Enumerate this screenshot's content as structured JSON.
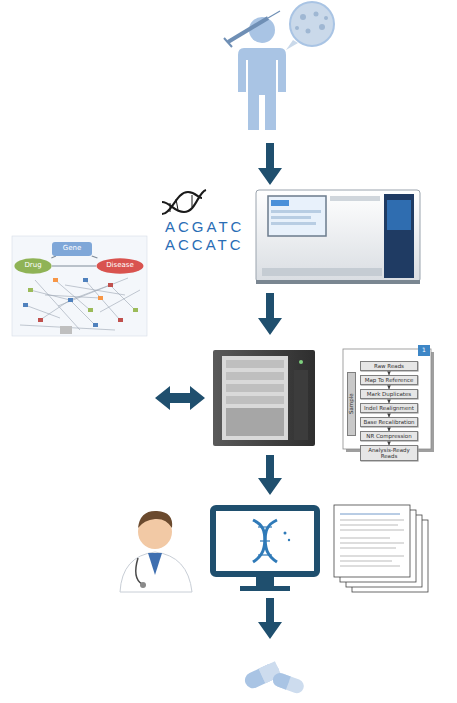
{
  "diagram": {
    "nodes": [
      {
        "text": [
          "Gene"
        ]
      },
      {
        "text": [
          "Drug"
        ]
      },
      {
        "text": [
          "Disease"
        ]
      },
      {
        "text": [
          "Raw Reads"
        ]
      },
      {
        "text": [
          "Map To Reference"
        ]
      },
      {
        "text": [
          "Mark Duplicates"
        ]
      },
      {
        "text": [
          "Indel Realignment"
        ]
      },
      {
        "text": [
          "Base Recalibration"
        ]
      },
      {
        "text": [
          "NR Compression"
        ]
      },
      {
        "text": [
          "Analysis-Ready Reads"
        ]
      }
    ],
    "edges": [
      {
        "from": 0,
        "to": 1,
        "arrow": "none"
      },
      {
        "from": 0,
        "to": 2,
        "arrow": "none"
      },
      {
        "from": 1,
        "to": 2,
        "arrow": "none"
      },
      {
        "from": 3,
        "to": 4,
        "arrow": "to"
      },
      {
        "from": 4,
        "to": 5,
        "arrow": "to"
      },
      {
        "from": 5,
        "to": 6,
        "arrow": "to"
      },
      {
        "from": 6,
        "to": 7,
        "arrow": "to"
      },
      {
        "from": 7,
        "to": 8,
        "arrow": "to"
      },
      {
        "from": 8,
        "to": 9,
        "arrow": "to"
      }
    ],
    "labels": [
      "ACGATC",
      "ACCATC",
      "Sample",
      "1"
    ]
  }
}
